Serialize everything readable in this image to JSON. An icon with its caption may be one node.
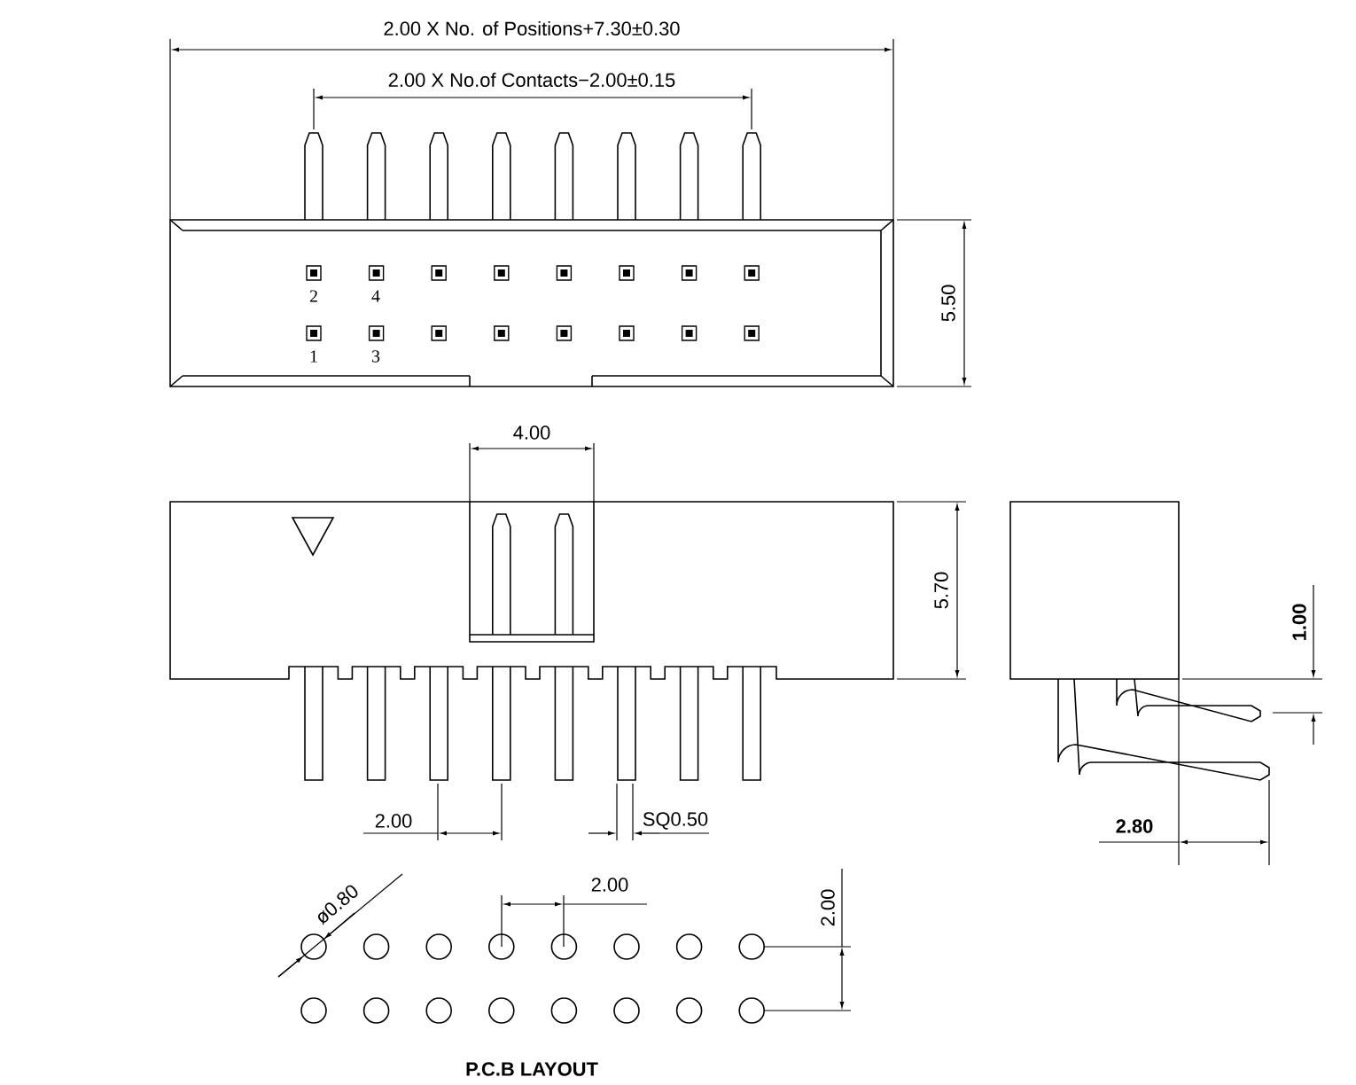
{
  "diagram": {
    "labels": [
      "2.00 X No. of Positions+7.30±0.30",
      "2.00 X No.of Contacts−2.00±0.15",
      "2",
      "4",
      "5.50",
      "1",
      "3",
      "4.00",
      "5.70",
      "1.00",
      "2.00",
      "SQ0.50",
      "2.80",
      "ø0.80",
      "2.00",
      "2.00",
      "P.C.B LAYOUT"
    ]
  }
}
